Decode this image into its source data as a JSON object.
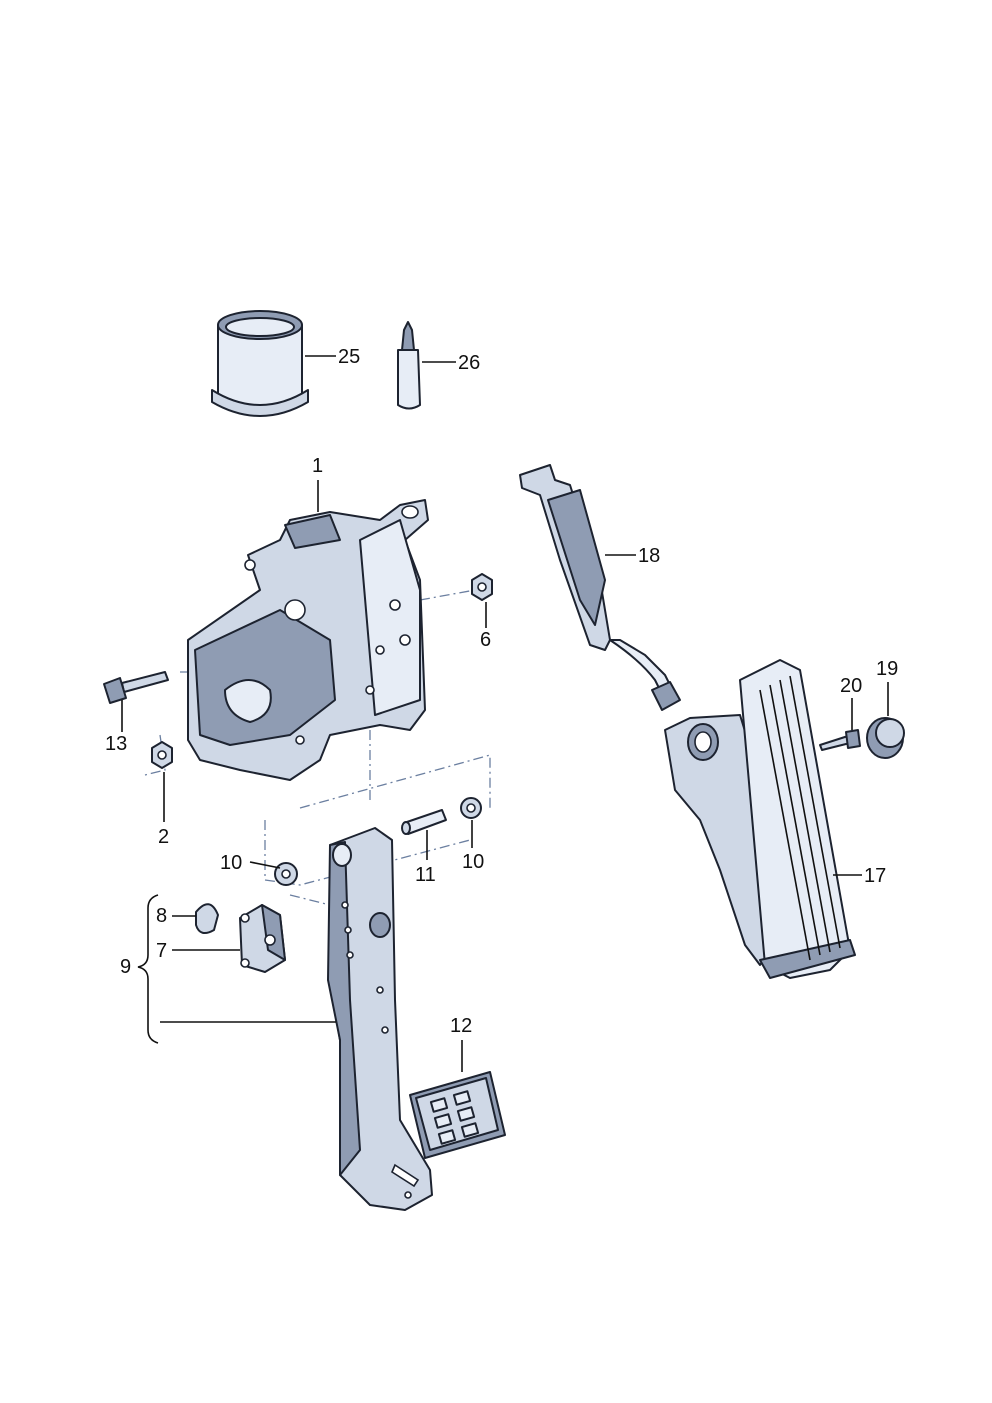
{
  "parts": [
    {
      "id": "p1",
      "label": "1"
    },
    {
      "id": "p2",
      "label": "2"
    },
    {
      "id": "p6",
      "label": "6"
    },
    {
      "id": "p7",
      "label": "7"
    },
    {
      "id": "p8",
      "label": "8"
    },
    {
      "id": "p9",
      "label": "9"
    },
    {
      "id": "p10a",
      "label": "10"
    },
    {
      "id": "p10b",
      "label": "10"
    },
    {
      "id": "p11",
      "label": "11"
    },
    {
      "id": "p12",
      "label": "12"
    },
    {
      "id": "p13",
      "label": "13"
    },
    {
      "id": "p17",
      "label": "17"
    },
    {
      "id": "p18",
      "label": "18"
    },
    {
      "id": "p19",
      "label": "19"
    },
    {
      "id": "p20",
      "label": "20"
    },
    {
      "id": "p25",
      "label": "25"
    },
    {
      "id": "p26",
      "label": "26"
    }
  ]
}
